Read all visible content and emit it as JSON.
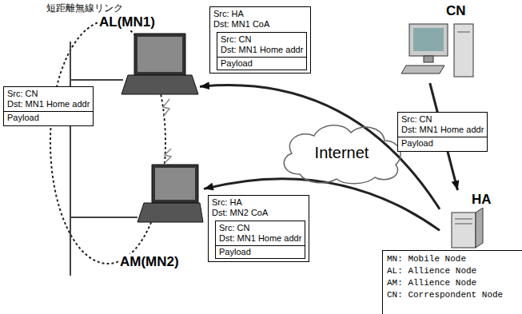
{
  "diagram": {
    "nodes": [
      {
        "text": [
          "Src: HA",
          "Dst: MN1 CoA"
        ]
      },
      {
        "text": [
          "Src: CN",
          "Dst: MN1 Home addr",
          "Payload"
        ],
        "in": 0
      },
      {
        "text": [
          "AL(MN1)"
        ]
      },
      {
        "text": [
          "CN"
        ]
      },
      {
        "text": [
          "Src: CN",
          "Dst: MN1 Home addr",
          "Payload"
        ]
      },
      {
        "text": [
          "Internet"
        ]
      },
      {
        "text": [
          "Src: CN",
          "Dst: MN1 Home addr",
          "Payload"
        ]
      },
      {
        "text": [
          "AM(MN2)"
        ]
      },
      {
        "text": [
          "HA"
        ]
      },
      {
        "text": [
          "Src: HA",
          "Dst: MN2 CoA"
        ]
      },
      {
        "text": [
          "Src: CN",
          "Dst: MN1 Home addr",
          "Payload"
        ],
        "in": 9
      },
      {
        "text": [
          "MN: Mobile Node",
          "AL: Allience Node",
          "AM: Allience Node",
          "CN: Correspondent Node"
        ]
      }
    ],
    "edges": [
      {
        "from": 3,
        "to": 8,
        "arrow": "to"
      },
      {
        "from": 8,
        "to": 2,
        "arrow": "to"
      },
      {
        "from": 8,
        "to": 7,
        "arrow": "to"
      }
    ],
    "labels": [
      "短距離無線リンク"
    ]
  }
}
